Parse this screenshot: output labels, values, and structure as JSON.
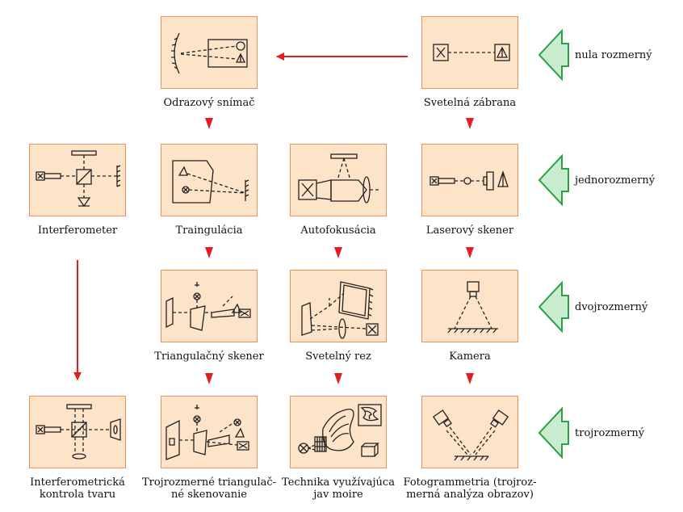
{
  "row_labels": [
    "nula rozmerný",
    "jednorozmerný",
    "dvojrozmerný",
    "trojrozmerný"
  ],
  "nodes": {
    "odrazovy": {
      "label": [
        "Odrazový snímač"
      ]
    },
    "svetelna": {
      "label": [
        "Svetelná zábrana"
      ]
    },
    "interferometer": {
      "label": [
        "Interferometer"
      ]
    },
    "triangulacia": {
      "label": [
        "Traingulácia"
      ]
    },
    "autofokusacia": {
      "label": [
        "Autofokusácia"
      ]
    },
    "laserovy": {
      "label": [
        "Laserový skener"
      ]
    },
    "triang_skener": {
      "label": [
        "Triangulačný skener"
      ]
    },
    "svetelny_rez": {
      "label": [
        "Svetelný rez"
      ]
    },
    "kamera": {
      "label": [
        "Kamera"
      ]
    },
    "interf_kontrola": {
      "label": [
        "Interferometrická",
        "kontrola tvaru"
      ]
    },
    "trojrozmerne": {
      "label": [
        "Trojrozmerné triangulač-",
        "né skenovanie"
      ]
    },
    "moire": {
      "label": [
        "Technika využívajúca",
        "jav moire"
      ]
    },
    "fotogrammetria": {
      "label": [
        "Fotogrammetria (trojroz-",
        "merná analýza obrazov)"
      ]
    }
  },
  "colors": {
    "box_fill": "#fde3c8",
    "box_border": "#e9925a",
    "arrow": "#e02020",
    "row_arrow": "#2aa040",
    "row_arrow_fill": "#c8eccf"
  }
}
